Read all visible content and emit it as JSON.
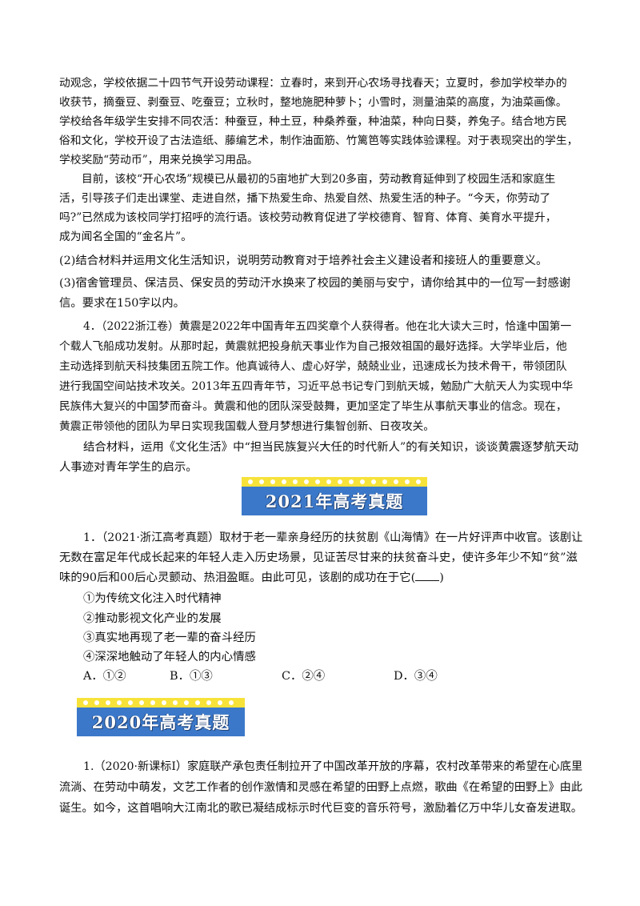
{
  "q3_material_lines": [
    "动观念，学校依据二十四节气开设劳动课程：立春时，来到开心农场寻找春天；立夏时，参加学校举办的",
    "收获节，摘蚕豆、剥蚕豆、吃蚕豆；立秋时，整地施肥种萝卜；小雪时，测量油菜的高度，为油菜画像。",
    "学校给各年级学生安排不同农活：种蚕豆，种土豆，种桑养蚕，种油菜，种向日葵，养兔子。结合地方民",
    "俗和文化，学校开设了古法造纸、藤编艺术，制作油面筋、竹篱笆等实践体验课程。对于表现突出的学生，",
    "学校奖励“劳动币”，用来兑换学习用品。",
    "目前，该校“开心农场”规模已从最初的5亩地扩大到20多亩，劳动教育延伸到了校园生活和家庭生",
    "活，引导孩子们走出课堂、走进自然，播下热爱生命、热爱自然、热爱生活的种子。“今天，你劳动了",
    "吗?”已然成为该校同学打招呼的流行语。该校劳动教育促进了学校德育、智育、体育、美育水平提升，",
    "成为闻名全国的“金名片”。"
  ],
  "q3_sub2": "(2)结合材料并运用文化生活知识，说明劳动教育对于培养社会主义建设者和接班人的重要意义。",
  "q3_sub3_lines": [
    "(3)宿舍管理员、保洁员、保安员的劳动汗水换来了校园的美丽与安宁，请你给其中的一位写一封感谢",
    "信。要求在150字以内。"
  ],
  "q4_lines": [
    "4．（2022浙江卷）黄震是2022年中国青年五四奖章个人获得者。他在北大读大三时，恰逢中国第一",
    "个载人飞船成功发射。从那时起，黄震就把投身航天事业作为自己报效祖国的最好选择。大学毕业后，他",
    "主动选择到航天科技集团五院工作。他真诚待人、虚心好学，兢兢业业，迅速成长为技术骨干，带领团队",
    "进行我国空间站技术攻关。2013年五四青年节，习近平总书记专门到航天城，勉励广大航天人为实现中华",
    "民族伟大复兴的中国梦而奋斗。黄震和他的团队深受鼓舞，更加坚定了毕生从事航天事业的信念。现在，",
    "黄震正带领他的团队为早日实现我国载人登月梦想进行集智创新、日夜攻关。"
  ],
  "q4_ask_lines": [
    "结合材料，运用《文化生活》中“担当民族复兴大任的时代新人”的有关知识，谈谈黄震逐梦航天动",
    "人事迹对青年学生的启示。"
  ],
  "banner_2021": "2021年高考真题",
  "q2021_lines": [
    "1．（2021·浙江高考真题）取材于老一辈亲身经历的扶贫剧《山海情》在一片好评声中收官。该剧让",
    "无数在富足年代成长起来的年轻人走入历史场景，见证苦尽甘来的扶贫奋斗史，使许多年少不知“贫”滋",
    "味的90后和00后心灵颤动、热泪盈眶。由此可见，该剧的成功在于它(",
    ")"
  ],
  "q2021_options": [
    "①为传统文化注入时代精神",
    "②推动影视文化产业的发展",
    "③真实地再现了老一辈的奋斗经历",
    "④深深地触动了年轻人的内心情感"
  ],
  "q2021_choices": [
    "A．①②",
    "B．①③",
    "C．②④",
    "D．③④"
  ],
  "banner_2020": "2020年高考真题",
  "q2020_lines": [
    "1.（2020·新课标Ⅰ）家庭联产承包责任制拉开了中国改革开放的序幕，农村改革带来的希望在心底里",
    "流淌、在劳动中萌发，文艺工作者的创作激情和灵感在希望的田野上点燃，歌曲《在希望的田野上》由此",
    "诞生。如今，这首唱响大江南北的歌已凝结成标示时代巨变的音乐符号，激励着亿万中华儿女奋发进取。"
  ],
  "colors": {
    "banner_blue": "#3b78c9",
    "banner_yellow": "#f7e23a"
  }
}
